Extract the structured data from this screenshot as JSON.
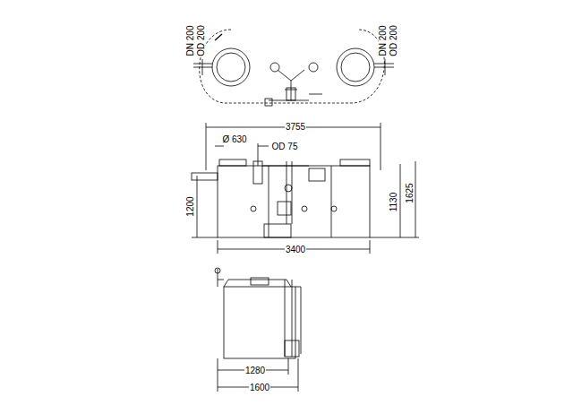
{
  "diagram": {
    "labels": [
      "DN 200",
      "OD 200",
      "DN 200",
      "OD 200",
      "3755",
      "Ø 630",
      "OD 75",
      "1200",
      "1130",
      "1625",
      "3400",
      "1280",
      "1600"
    ]
  }
}
